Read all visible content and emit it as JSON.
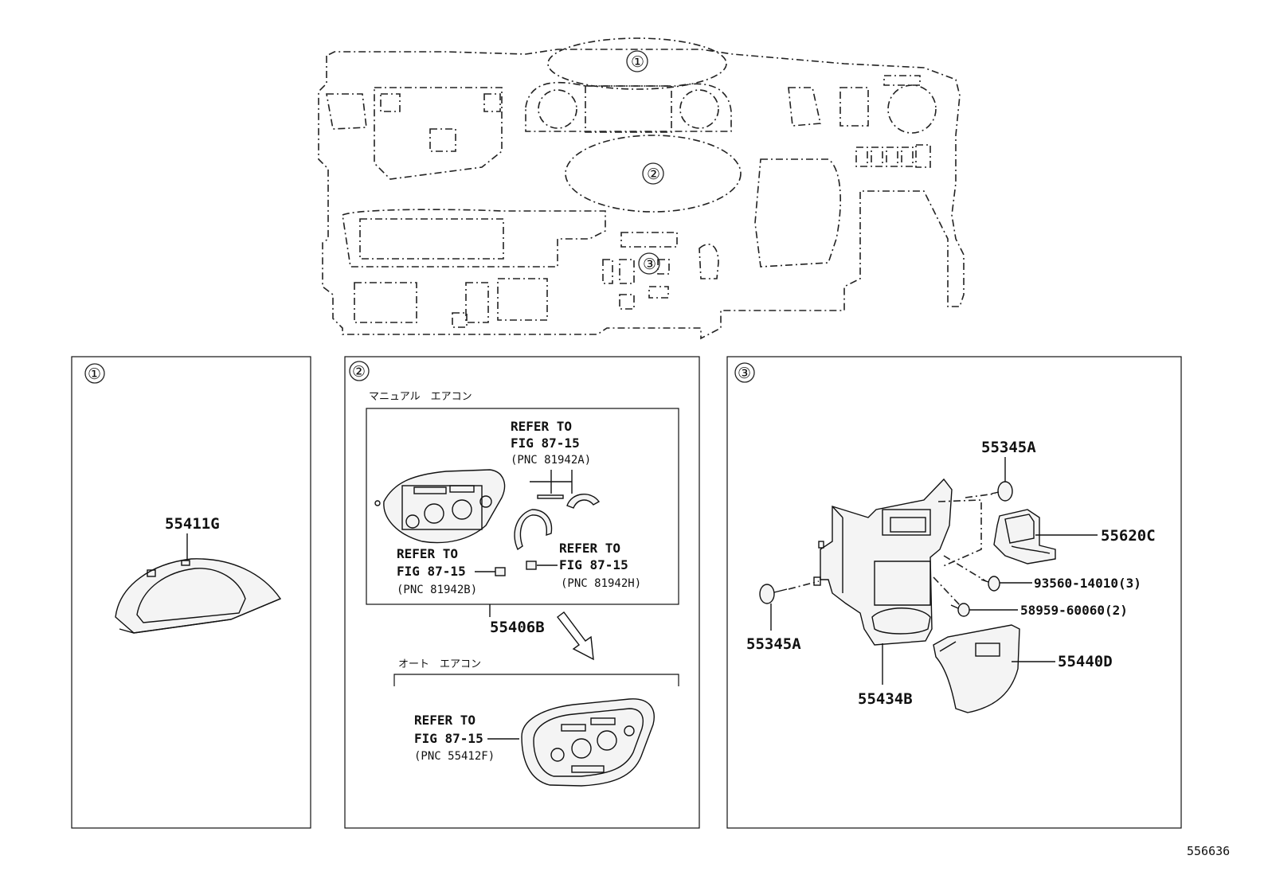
{
  "diagram": {
    "callouts": {
      "one": "①",
      "two": "②",
      "three": "③"
    },
    "panel1": {
      "badge": "①",
      "part": "55411G"
    },
    "panel2": {
      "badge": "②",
      "manual_ac": "マニュアル　エアコン",
      "auto_ac": "オート　エアコン",
      "ref_a": {
        "line1": "REFER TO",
        "line2": "FIG 87-15",
        "line3": "(PNC 81942A)"
      },
      "ref_b": {
        "line1": "REFER TO",
        "line2": "FIG 87-15",
        "line3": "(PNC 81942B)"
      },
      "ref_h": {
        "line1": "REFER TO",
        "line2": "FIG 87-15",
        "line3": "(PNC 81942H)"
      },
      "ref_f": {
        "line1": "REFER TO",
        "line2": "FIG 87-15",
        "line3": "(PNC 55412F)"
      },
      "part": "55406B"
    },
    "panel3": {
      "badge": "③",
      "parts": {
        "clip_top": "55345A",
        "cup_holder": "55620C",
        "screw": "93560-14010(3)",
        "bolt": "58959-60060(2)",
        "clip_left": "55345A",
        "cover": "55440D",
        "panel": "55434B"
      }
    },
    "figure_number": "556636"
  }
}
